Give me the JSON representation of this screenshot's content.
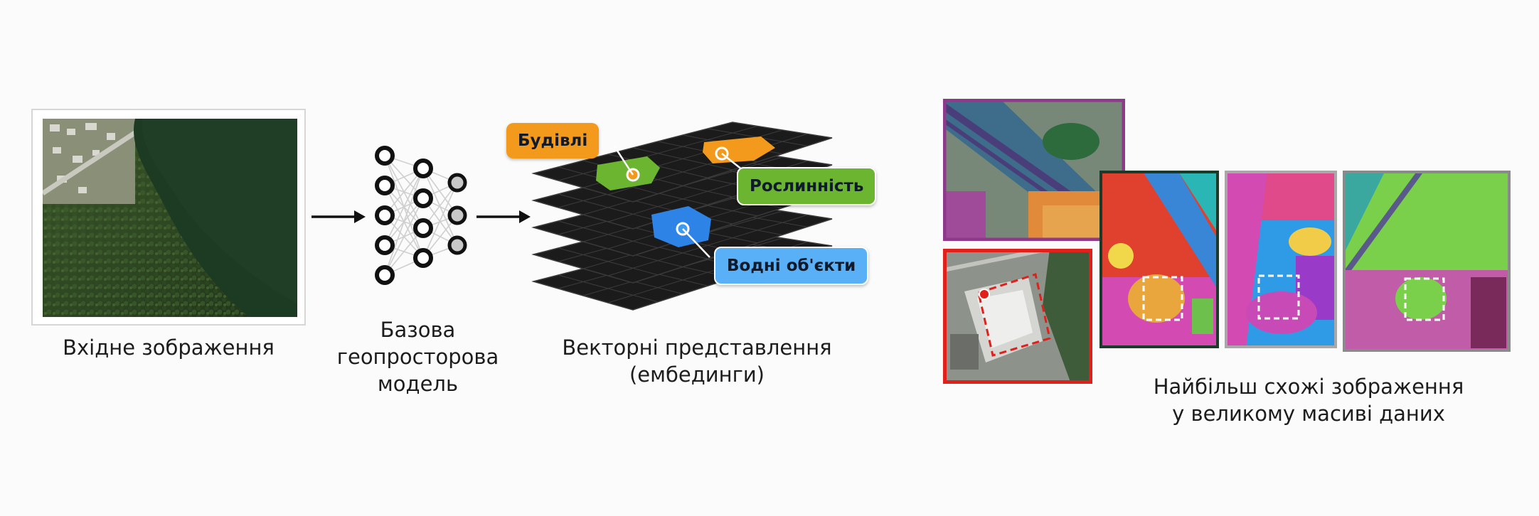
{
  "captions": {
    "input": "Вхідне зображення",
    "model_line1": "Базова",
    "model_line2": "геопросторова",
    "model_line3": "модель",
    "embeddings_line1": "Векторні представлення",
    "embeddings_line2": "(ембединги)",
    "results_line1": "Найбільш схожі зображення",
    "results_line2": "у великому масиві даних"
  },
  "labels": {
    "buildings": "Будівлі",
    "vegetation": "Рослинність",
    "water": "Водні об'єкти"
  },
  "colors": {
    "buildings": "#f39a1d",
    "vegetation": "#6bb530",
    "water": "#3d9cf0",
    "query_border": "#e0201a",
    "purple_border": "#8e3a8a"
  }
}
